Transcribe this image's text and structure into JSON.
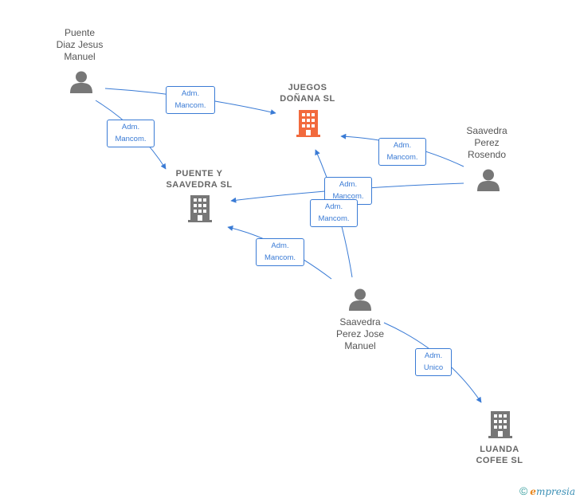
{
  "nodes": {
    "puente_diaz": {
      "label": "Puente\nDiaz Jesus\nManuel",
      "type": "person",
      "color": "#777777"
    },
    "juegos_donana": {
      "label": "JUEGOS\nDOÑANA  SL",
      "type": "company",
      "color": "#f26a3d"
    },
    "saavedra_rosendo": {
      "label": "Saavedra\nPerez\nRosendo",
      "type": "person",
      "color": "#777777"
    },
    "puente_saavedra": {
      "label": "PUENTE Y\nSAAVEDRA  SL",
      "type": "company",
      "color": "#777777"
    },
    "saavedra_jose": {
      "label": "Saavedra\nPerez Jose\nManuel",
      "type": "person",
      "color": "#777777"
    },
    "luanda": {
      "label": "LUANDA\nCOFEE SL",
      "type": "company",
      "color": "#777777"
    }
  },
  "edges": {
    "e1": {
      "label": "Adm.\nMancom."
    },
    "e2": {
      "label": "Adm.\nMancom."
    },
    "e3": {
      "label": "Adm.\nMancom."
    },
    "e4": {
      "label": "Adm.\nMancom."
    },
    "e5": {
      "label": "Adm.\nMancom."
    },
    "e6": {
      "label": "Adm.\nMancom."
    },
    "e7": {
      "label": "Adm.\nUnico"
    }
  },
  "colors": {
    "edge": "#3a7bd5"
  },
  "footer": {
    "copyright": "©",
    "brand_e": "e",
    "brand_rest": "mpresia"
  }
}
